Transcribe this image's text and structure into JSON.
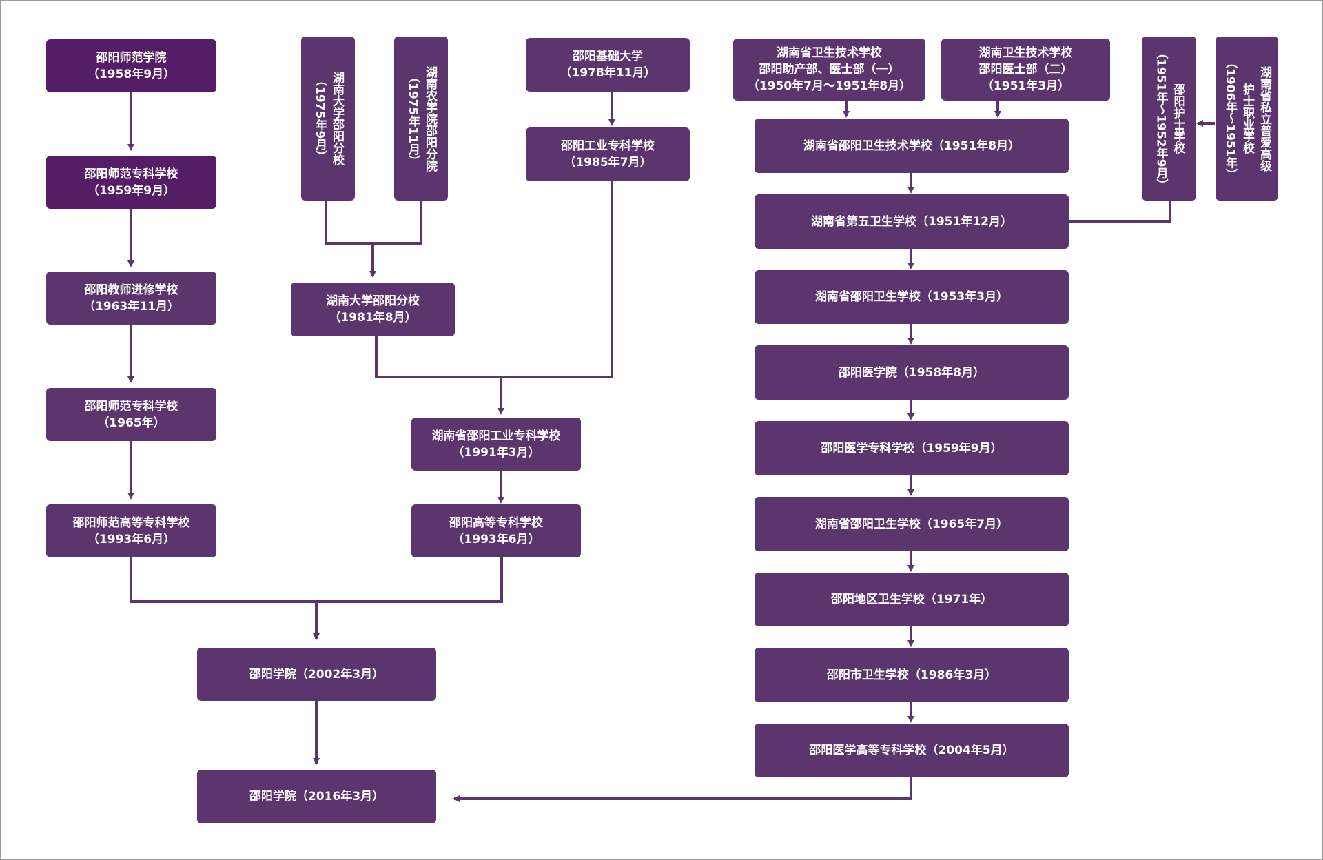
{
  "colors": {
    "node": "#5d356e",
    "node_deep": "#561d67",
    "connector": "#5d356e",
    "background": "#ffffff"
  },
  "nodes": {
    "n1": {
      "lines": [
        "邵阳师范学院",
        "（1958年9月）"
      ]
    },
    "n2": {
      "lines": [
        "邵阳师范专科学校",
        "（1959年9月）"
      ]
    },
    "n3": {
      "lines": [
        "邵阳教师进修学校",
        "（1963年11月）"
      ]
    },
    "n4": {
      "lines": [
        "邵阳师范专科学校",
        "（1965年）"
      ]
    },
    "n5": {
      "lines": [
        "邵阳师范高等专科学校",
        "（1993年6月）"
      ]
    },
    "v1": {
      "lines": [
        "湖南大学邵阳分校",
        "（1975年9月）"
      ]
    },
    "v2": {
      "lines": [
        "湖南农学院邵阳分院",
        "（1975年11月）"
      ]
    },
    "n6": {
      "lines": [
        "湖南大学邵阳分校",
        "（1981年8月）"
      ]
    },
    "n7": {
      "lines": [
        "邵阳基础大学",
        "（1978年11月）"
      ]
    },
    "n8": {
      "lines": [
        "邵阳工业专科学校",
        "（1985年7月）"
      ]
    },
    "n9": {
      "lines": [
        "湖南省邵阳工业专科学校",
        "（1991年3月）"
      ]
    },
    "n10": {
      "lines": [
        "邵阳高等专科学校",
        "（1993年6月）"
      ]
    },
    "n11": {
      "lines": [
        "邵阳学院（2002年3月）"
      ]
    },
    "n12": {
      "lines": [
        "邵阳学院（2016年3月）"
      ]
    },
    "m1": {
      "lines": [
        "湖南省卫生技术学校",
        "邵阳助产部、医士部（一）",
        "（1950年7月～1951年8月）"
      ]
    },
    "m2": {
      "lines": [
        "湖南卫生技术学校",
        "邵阳医士部（二）",
        "（1951年3月）"
      ]
    },
    "v3": {
      "lines": [
        "邵阳护士学校",
        "（1951年～1952年9月）"
      ]
    },
    "v4": {
      "lines": [
        "湖南省私立普爱高级",
        "护士职业学校",
        "（1906年～1951年）"
      ]
    },
    "m3": {
      "lines": [
        "湖南省邵阳卫生技术学校（1951年8月）"
      ]
    },
    "m4": {
      "lines": [
        "湖南省第五卫生学校（1951年12月）"
      ]
    },
    "m5": {
      "lines": [
        "湖南省邵阳卫生学校（1953年3月）"
      ]
    },
    "m6": {
      "lines": [
        "邵阳医学院（1958年8月）"
      ]
    },
    "m7": {
      "lines": [
        "邵阳医学专科学校（1959年9月）"
      ]
    },
    "m8": {
      "lines": [
        "湖南省邵阳卫生学校（1965年7月）"
      ]
    },
    "m9": {
      "lines": [
        "邵阳地区卫生学校（1971年）"
      ]
    },
    "m10": {
      "lines": [
        "邵阳市卫生学校（1986年3月）"
      ]
    },
    "m11": {
      "lines": [
        "邵阳医学高等专科学校（2004年5月）"
      ]
    }
  }
}
